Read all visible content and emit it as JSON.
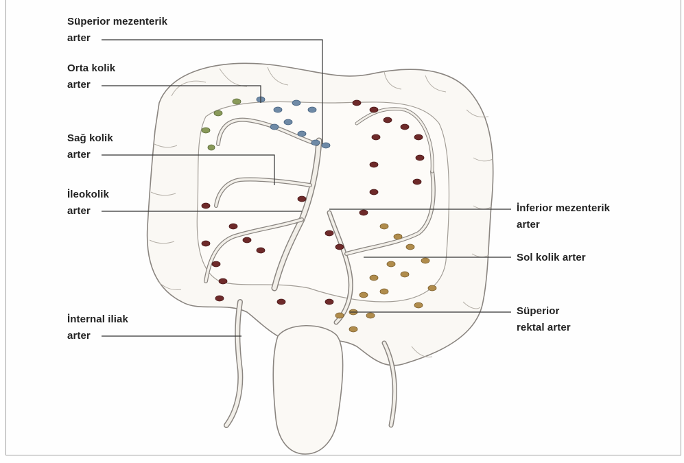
{
  "diagram": {
    "labels": {
      "superior_mesenteric": "Süperior mezenterik\narter",
      "middle_colic": "Orta kolik\narter",
      "right_colic": "Sağ kolik\narter",
      "ileocolic": "İleokolik\narter",
      "internal_iliac": "İnternal iliak\narter",
      "inferior_mesenteric": "İnferior mezenterik\narter",
      "left_colic": "Sol kolik arter",
      "superior_rectal": "Süperior\nrektal arter"
    },
    "colors": {
      "outline": "#8a8580",
      "artery_fill": "#f2efe9",
      "leader": "#333333",
      "node_green": "#8a9a5a",
      "node_blue": "#6f8aa6",
      "node_maroon": "#6e2a2a",
      "node_ochre": "#b08c4c"
    }
  }
}
